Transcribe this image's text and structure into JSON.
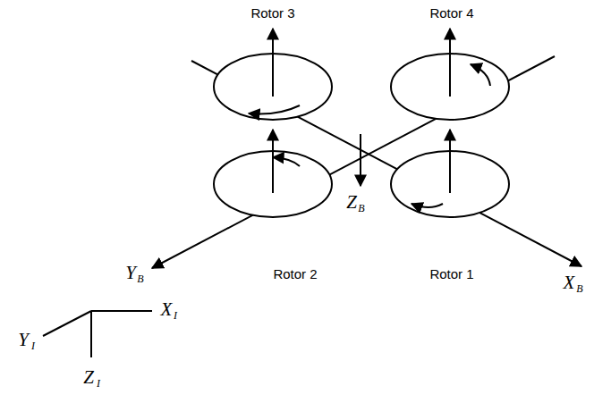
{
  "diagram": {
    "labels": [
      "Rotor 3",
      "Rotor 4",
      "Rotor 2",
      "Rotor 1",
      "Z",
      "B",
      "Y",
      "B",
      "X",
      "B",
      "X",
      "I",
      "Y",
      "I",
      "Z",
      "I"
    ]
  }
}
